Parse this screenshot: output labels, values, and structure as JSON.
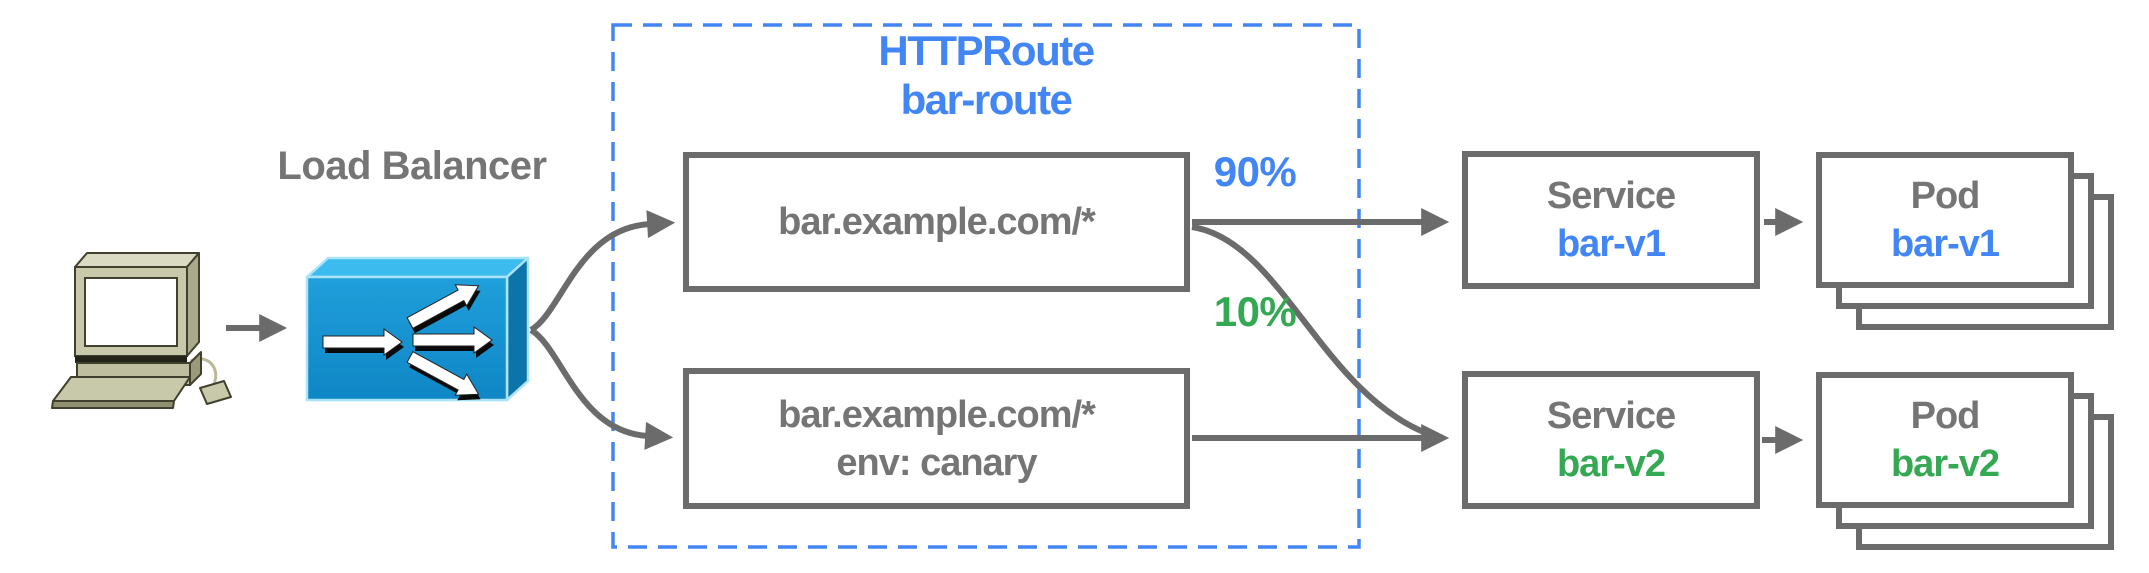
{
  "diagram": {
    "client": {
      "icon": "computer-icon"
    },
    "load_balancer": {
      "label": "Load Balancer",
      "icon": "load-balancer-icon"
    },
    "httproute": {
      "kind": "HTTPRoute",
      "name": "bar-route",
      "rules": [
        {
          "lines": [
            "bar.example.com/*"
          ]
        },
        {
          "lines": [
            "bar.example.com/*",
            "env: canary"
          ]
        }
      ]
    },
    "weights": [
      {
        "label": "90%",
        "color": "#4285f4"
      },
      {
        "label": "10%",
        "color": "#34a853"
      }
    ],
    "services": [
      {
        "kind": "Service",
        "name": "bar-v1",
        "name_color": "#4285f4"
      },
      {
        "kind": "Service",
        "name": "bar-v2",
        "name_color": "#34a853"
      }
    ],
    "pods": [
      {
        "kind": "Pod",
        "name": "bar-v1",
        "name_color": "#4285f4"
      },
      {
        "kind": "Pod",
        "name": "bar-v2",
        "name_color": "#34a853"
      }
    ],
    "colors": {
      "accent_blue": "#4285f4",
      "accent_green": "#34a853",
      "text_gray": "#757575",
      "line_gray": "#6b6b6b",
      "lb_blue": "#1e9ad6"
    }
  }
}
